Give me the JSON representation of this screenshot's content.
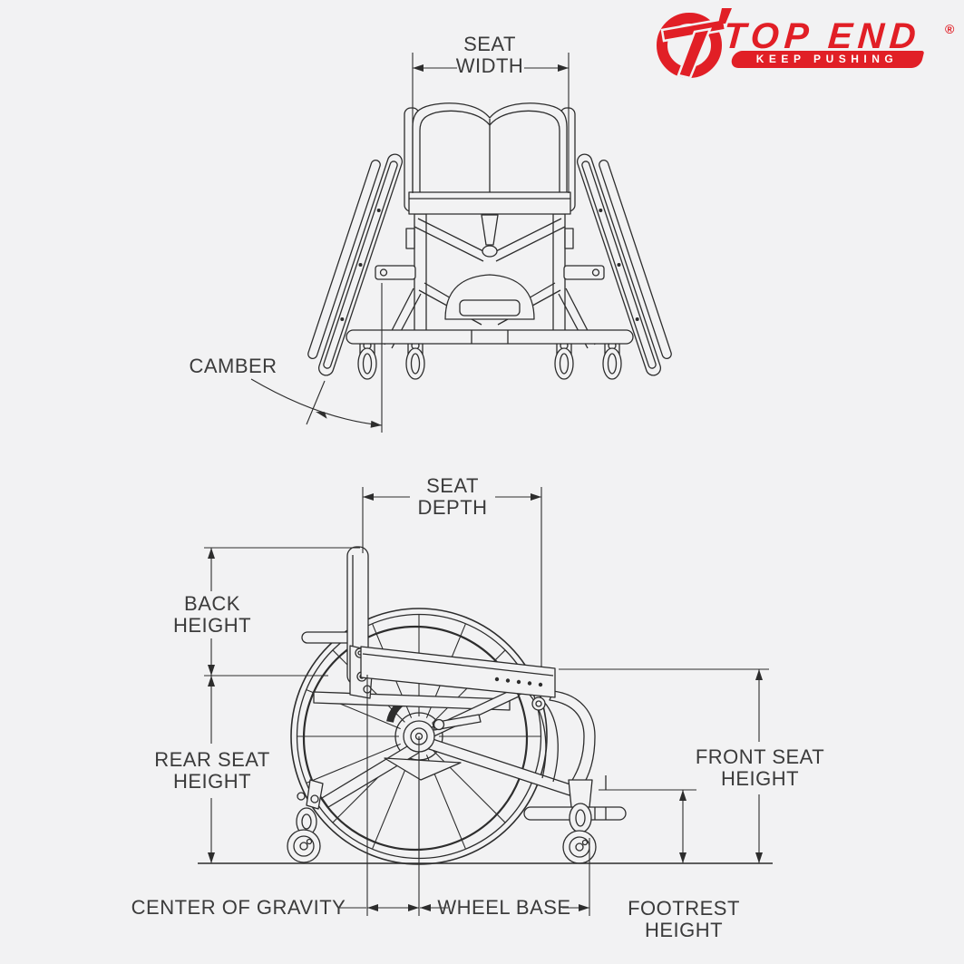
{
  "page": {
    "background": "#f2f2f3",
    "line_color": "#2d2d2d",
    "label_color": "#3b3b3b"
  },
  "logo": {
    "brand": "TOP END",
    "registered": "®",
    "tagline": "KEEP PUSHING",
    "color": "#e11f26"
  },
  "front_view": {
    "labels": {
      "seat_width": {
        "line1": "SEAT",
        "line2": "WIDTH"
      },
      "camber": "CAMBER"
    }
  },
  "side_view": {
    "labels": {
      "seat_depth": {
        "line1": "SEAT",
        "line2": "DEPTH"
      },
      "back_height": {
        "line1": "BACK",
        "line2": "HEIGHT"
      },
      "rear_seat_height": {
        "line1": "REAR SEAT",
        "line2": "HEIGHT"
      },
      "front_seat_height": {
        "line1": "FRONT SEAT",
        "line2": "HEIGHT"
      },
      "footrest_height": {
        "line1": "FOOTREST",
        "line2": "HEIGHT"
      },
      "center_of_gravity": "CENTER OF GRAVITY",
      "wheel_base": "WHEEL BASE"
    }
  }
}
